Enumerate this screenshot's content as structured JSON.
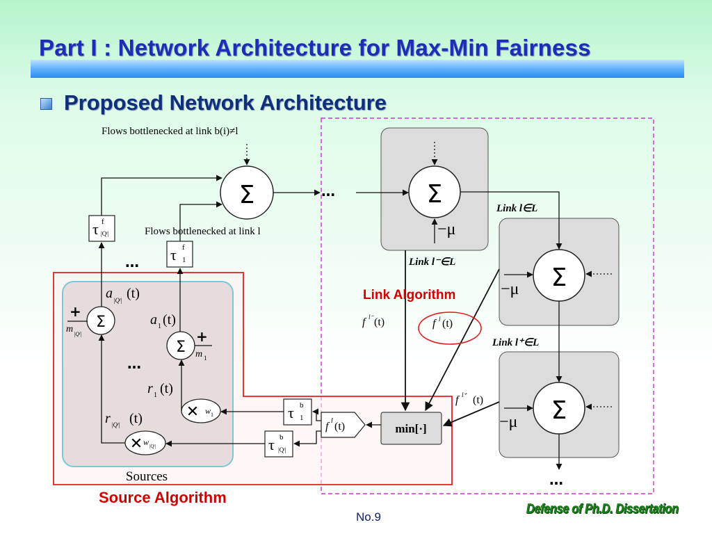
{
  "slide": {
    "title": "Part I : Network Architecture for Max-Min Fairness",
    "bullet": "Proposed Network Architecture",
    "page_number": "No.9",
    "footer_logo": "Defense of Ph.D. Dissertation"
  },
  "diagram": {
    "top_label": "Flows bottlenecked at link b(i)≠l",
    "mid_label": "Flows bottlenecked at link l",
    "sigma": "Σ",
    "dots": "…",
    "source_algorithm": "Source Algorithm",
    "link_algorithm": "Link Algorithm",
    "sources": "Sources",
    "min_block": "min[·]",
    "link_l_minus": "Link l⁻∈L",
    "link_l": "Link l∈L",
    "link_l_plus": "Link l⁺∈L",
    "mu": "−μ",
    "tau": "τ",
    "f_sup": "f",
    "b_sup": "b",
    "one": "1",
    "Q_sub": "|Qˡ|",
    "a_Q": "a",
    "a_1": "a",
    "r_Q": "r",
    "r_1": "r",
    "m": "m",
    "w": "w",
    "plus": "+",
    "f_t": "f",
    "t_arg": "(t)"
  },
  "colors": {
    "title": "#1c2fb4",
    "source_box": "#e02020",
    "link_box": "#cc33cc",
    "sources_bg": "#e6dcdc",
    "sources_border": "#7ac7d6",
    "link_algo_text": "#cc0000",
    "block_fill": "#dcdcdc"
  }
}
